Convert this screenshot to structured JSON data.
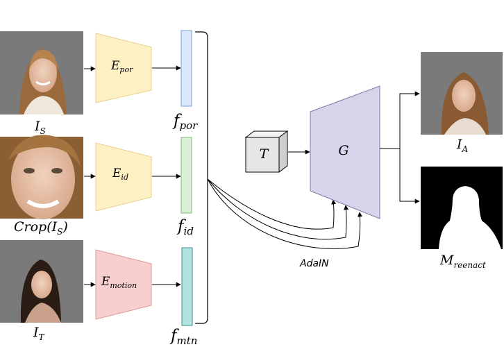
{
  "inputs": {
    "source": {
      "label": "I",
      "sub": "S"
    },
    "crop": {
      "label_pre": "Crop(I",
      "sub": "S",
      "label_post": ")"
    },
    "target": {
      "label": "I",
      "sub": "T"
    }
  },
  "encoders": {
    "por": {
      "label": "E",
      "sub": "por",
      "color": "#fdf1c4"
    },
    "id": {
      "label": "E",
      "sub": "id",
      "color": "#fdf1c4"
    },
    "motion": {
      "label": "E",
      "sub": "motion",
      "color": "#f8cfcf"
    }
  },
  "features": {
    "por": {
      "label": "f",
      "sub": "por",
      "color": "#dbe8fb"
    },
    "id": {
      "label": "f",
      "sub": "id",
      "color": "#d9efd6"
    },
    "mtn": {
      "label": "f",
      "sub": "mtn",
      "color": "#b2e3e0"
    }
  },
  "template": {
    "label": "T"
  },
  "generator": {
    "label": "G",
    "color": "#d6d4ea"
  },
  "adain": {
    "label": "AdaIN"
  },
  "outputs": {
    "animated": {
      "label": "I",
      "sub": "A"
    },
    "mask": {
      "label": "M",
      "sub": "reenact"
    }
  }
}
